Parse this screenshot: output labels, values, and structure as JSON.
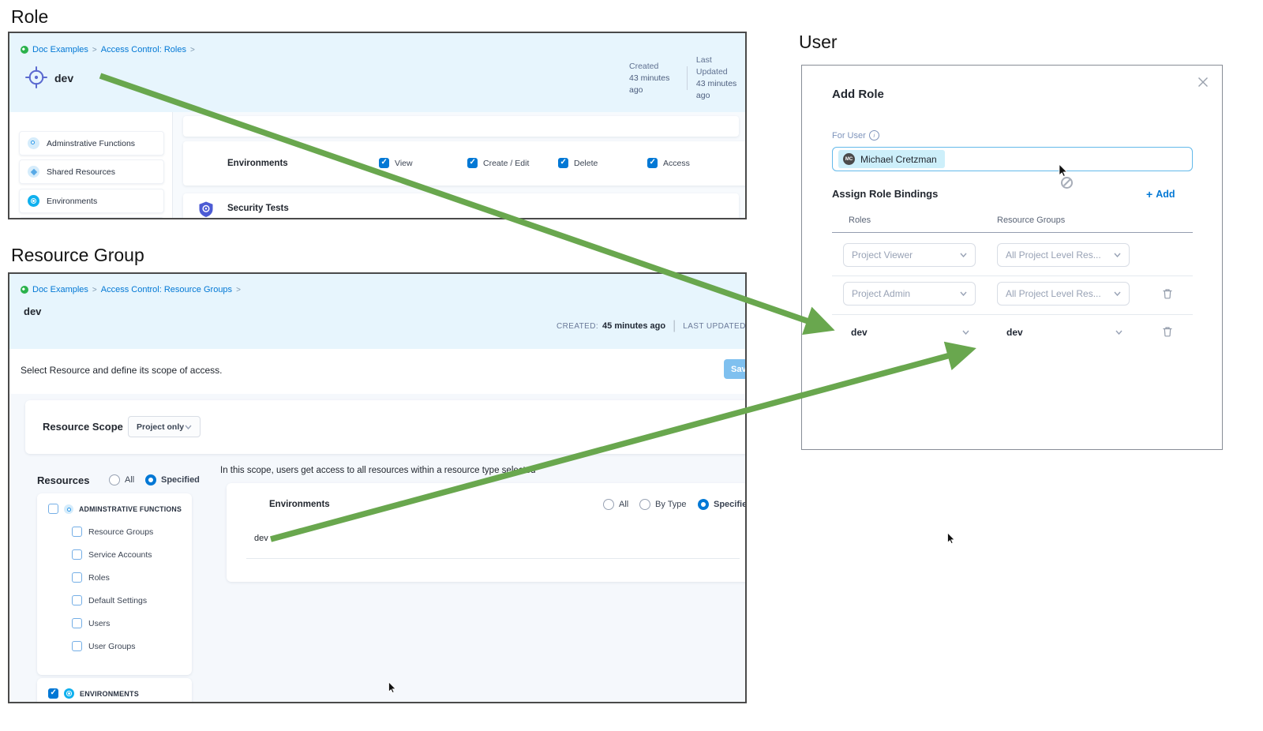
{
  "misc": {
    "breadcrumb_separator": ">",
    "plus": "+",
    "pipe": "|"
  },
  "sections": {
    "role": "Role",
    "resource_group": "Resource Group",
    "user": "User"
  },
  "colors": {
    "accent": "#0278d5",
    "arrow_green": "#69a74e",
    "header_band": "#e7f5fd"
  },
  "role_panel": {
    "breadcrumb": [
      "Doc Examples",
      "Access Control: Roles"
    ],
    "title": "dev",
    "meta": {
      "created_label": "Created",
      "created_value": "43 minutes ago",
      "updated_label": "Last Updated",
      "updated_value": "43 minutes ago"
    },
    "sidebar": [
      "Adminstrative Functions",
      "Shared Resources",
      "Environments"
    ],
    "permissions_row": {
      "resource": "Environments",
      "checks": [
        {
          "label": "View",
          "checked": true
        },
        {
          "label": "Create / Edit",
          "checked": true
        },
        {
          "label": "Delete",
          "checked": true
        },
        {
          "label": "Access",
          "checked": true
        }
      ]
    },
    "second_row": {
      "resource": "Security Tests"
    }
  },
  "resource_group_panel": {
    "breadcrumb": [
      "Doc Examples",
      "Access Control: Resource Groups"
    ],
    "title": "dev",
    "meta": {
      "created_label": "CREATED:",
      "created_value": "45 minutes ago",
      "updated_label": "LAST UPDATED:"
    },
    "toolbar": {
      "instruction": "Select Resource and define its scope of access.",
      "save_label": "Save"
    },
    "resource_scope": {
      "label": "Resource Scope",
      "value": "Project only"
    },
    "resources": {
      "label": "Resources",
      "modes": [
        {
          "label": "All",
          "selected": false
        },
        {
          "label": "Specified",
          "selected": true
        }
      ],
      "group1": {
        "label": "ADMINSTRATIVE FUNCTIONS",
        "checked": false,
        "children": [
          {
            "label": "Resource Groups",
            "checked": false
          },
          {
            "label": "Service Accounts",
            "checked": false
          },
          {
            "label": "Roles",
            "checked": false
          },
          {
            "label": "Default Settings",
            "checked": false
          },
          {
            "label": "Users",
            "checked": false
          },
          {
            "label": "User Groups",
            "checked": false
          }
        ]
      },
      "group2": {
        "label": "ENVIRONMENTS",
        "checked": true
      }
    },
    "scope_detail": {
      "note": "In this scope, users get access to all resources within a resource type selected",
      "resource": "Environments",
      "modes": [
        {
          "label": "All",
          "selected": false
        },
        {
          "label": "By Type",
          "selected": false
        },
        {
          "label": "Specified",
          "selected": true
        }
      ],
      "selected_item": "dev"
    }
  },
  "user_dialog": {
    "title": "Add Role",
    "for_user_label": "For User",
    "user_chip": {
      "initials": "MC",
      "name": "Michael Cretzman"
    },
    "bindings_label": "Assign Role Bindings",
    "add_label": "Add",
    "columns": {
      "roles": "Roles",
      "resource_groups": "Resource Groups"
    },
    "rows": [
      {
        "role": "Project Viewer",
        "resource_group": "All Project Level Res...",
        "disabled": true,
        "deletable": false
      },
      {
        "role": "Project Admin",
        "resource_group": "All Project Level Res...",
        "disabled": true,
        "deletable": true
      },
      {
        "role": "dev",
        "resource_group": "dev",
        "disabled": false,
        "deletable": true
      }
    ]
  }
}
